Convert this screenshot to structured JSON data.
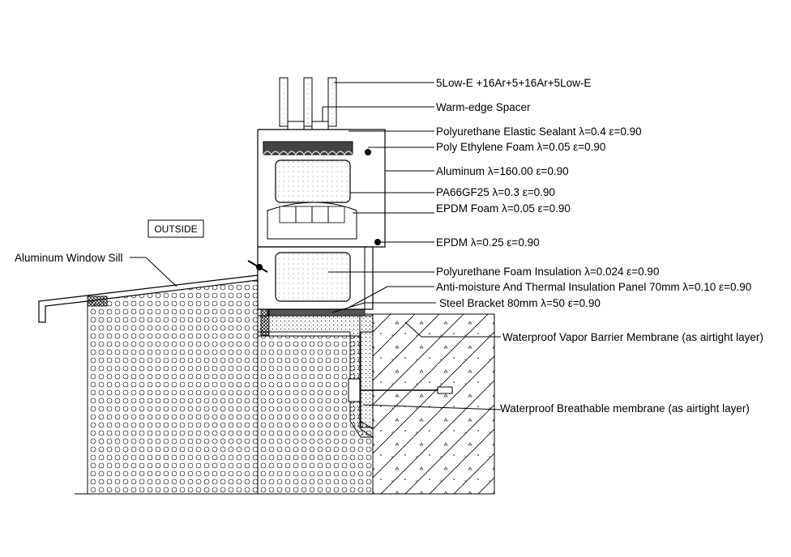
{
  "outside_tag": "OUTSIDE",
  "callouts": {
    "glazing": "5Low-E +16Ar+5+16Ar+5Low-E",
    "spacer": "Warm-edge Spacer",
    "sealant": "Polyurethane Elastic Sealant λ=0.4 ε=0.90",
    "pe_foam": "Poly Ethylene Foam λ=0.05 ε=0.90",
    "aluminum": "Aluminum  λ=160.00  ε=0.90",
    "pa66": "PA66GF25 λ=0.3  ε=0.90",
    "epdm_foam": "EPDM Foam    λ=0.05  ε=0.90",
    "epdm": "EPDM  λ=0.25  ε=0.90",
    "pu_insulation": "Polyurethane Foam Insulation  λ=0.024  ε=0.90",
    "panel": "Anti-moisture And Thermal Insulation Panel 70mm   λ=0.10  ε=0.90",
    "bracket": "Steel Bracket 80mm     λ=50 ε=0.90",
    "vapor_barrier": "Waterproof Vapor Barrier Membrane (as airtight layer)",
    "breathable": "Waterproof Breathable membrane (as airtight layer)",
    "sill": "Aluminum Window Sill"
  }
}
